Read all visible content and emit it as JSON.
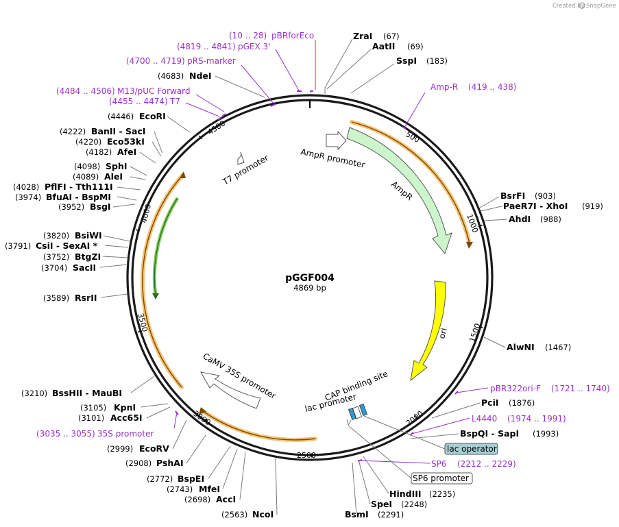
{
  "credit": {
    "prefix": "Created by",
    "brand": "SnapGene"
  },
  "plasmid": {
    "name": "pGGF004",
    "size_label": "4869 bp"
  },
  "ticks": [
    {
      "label": "500"
    },
    {
      "label": "1000"
    },
    {
      "label": "1500"
    },
    {
      "label": "2000"
    },
    {
      "label": "2500"
    },
    {
      "label": "3000"
    },
    {
      "label": "3500"
    },
    {
      "label": "4000"
    },
    {
      "label": "4500"
    }
  ],
  "enzymes": [
    {
      "name": "ZraI",
      "pos": "(67)"
    },
    {
      "name": "AatII",
      "pos": "(69)"
    },
    {
      "name": "SspI",
      "pos": "(183)"
    },
    {
      "name": "BsrFI",
      "pos": "(903)"
    },
    {
      "name": "PaeR7I - XhoI",
      "pos": "(919)"
    },
    {
      "name": "AhdI",
      "pos": "(988)"
    },
    {
      "name": "AlwNI",
      "pos": "(1467)"
    },
    {
      "name": "PciI",
      "pos": "(1876)"
    },
    {
      "name": "BspQI - SapI",
      "pos": "(1993)"
    },
    {
      "name": "HindIII",
      "pos": "(2235)"
    },
    {
      "name": "SpeI",
      "pos": "(2248)"
    },
    {
      "name": "BsmI",
      "pos": "(2291)"
    },
    {
      "name": "NcoI",
      "pos": "(2563)"
    },
    {
      "name": "AccI",
      "pos": "(2698)"
    },
    {
      "name": "MfeI",
      "pos": "(2743)"
    },
    {
      "name": "BspEI",
      "pos": "(2772)"
    },
    {
      "name": "PshAI",
      "pos": "(2908)"
    },
    {
      "name": "EcoRV",
      "pos": "(2999)"
    },
    {
      "name": "Acc65I",
      "pos": "(3101)"
    },
    {
      "name": "KpnI",
      "pos": "(3105)"
    },
    {
      "name": "BssHII - MauBI",
      "pos": "(3210)"
    },
    {
      "name": "RsrII",
      "pos": "(3589)"
    },
    {
      "name": "SacII",
      "pos": "(3704)"
    },
    {
      "name": "BtgZI",
      "pos": "(3752)"
    },
    {
      "name": "CsiI - SexAI *",
      "pos": "(3791)"
    },
    {
      "name": "BsiWI",
      "pos": "(3820)"
    },
    {
      "name": "BsgI",
      "pos": "(3952)"
    },
    {
      "name": "BfuAI - BspMI",
      "pos": "(3974)"
    },
    {
      "name": "PflFI - Tth111I",
      "pos": "(4028)"
    },
    {
      "name": "AleI",
      "pos": "(4089)"
    },
    {
      "name": "SphI",
      "pos": "(4098)"
    },
    {
      "name": "AfeI",
      "pos": "(4182)"
    },
    {
      "name": "Eco53kI",
      "pos": "(4220)"
    },
    {
      "name": "BanII - SacI",
      "pos": "(4222)"
    },
    {
      "name": "EcoRI",
      "pos": "(4446)"
    },
    {
      "name": "NdeI",
      "pos": "(4683)"
    }
  ],
  "primers": [
    {
      "name": "pBRforEco",
      "range": "(10 .. 28)"
    },
    {
      "name": "pGEX 3'",
      "range": "(4819 .. 4841)"
    },
    {
      "name": "pRS-marker",
      "range": "(4700 .. 4719)"
    },
    {
      "name": "M13/pUC Forward",
      "range": "(4484 .. 4506)"
    },
    {
      "name": "T7",
      "range": "(4455 .. 4474)"
    },
    {
      "name": "Amp-R",
      "range": "(419 .. 438)"
    },
    {
      "name": "pBR322ori-F",
      "range": "(1721 .. 1740)"
    },
    {
      "name": "L4440",
      "range": "(1974 .. 1991)"
    },
    {
      "name": "SP6",
      "range": "(2212 .. 2229)"
    },
    {
      "name": "35S promoter",
      "range": "(3035 .. 3055)"
    }
  ],
  "features": [
    {
      "name": "AmpR promoter"
    },
    {
      "name": "AmpR"
    },
    {
      "name": "ori"
    },
    {
      "name": "CAP binding site"
    },
    {
      "name": "lac promoter"
    },
    {
      "name": "lac operator"
    },
    {
      "name": "SP6 promoter"
    },
    {
      "name": "CaMV 35S promoter"
    },
    {
      "name": "T7 promoter"
    }
  ],
  "colors": {
    "backbone": "#1a1a1a",
    "primer": "#9a2fcf",
    "orf_highlight": "#f5b75a",
    "ampr_fill": "#ccf5cc",
    "ori_fill": "#ffff00",
    "cap_fill": "#3399cc",
    "lac_operator_fill": "#a7cfd6",
    "insert_orf_fill": "#66c23a"
  }
}
